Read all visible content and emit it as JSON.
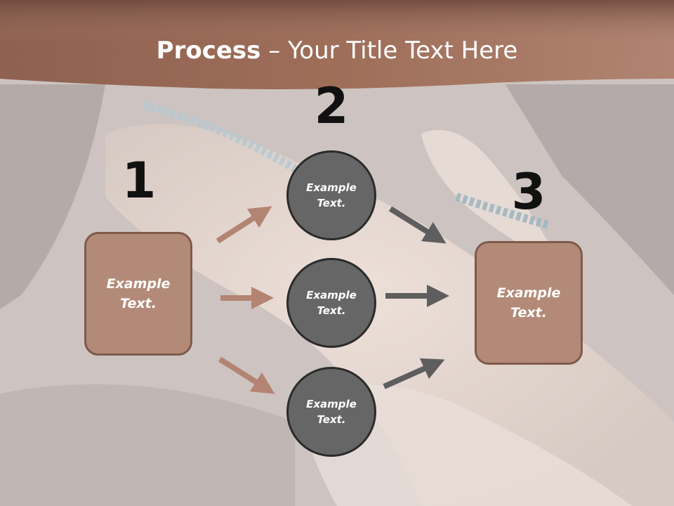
{
  "title": {
    "bold": "Process",
    "separator": " – ",
    "rest": "Your Title Text Here"
  },
  "steps": {
    "one": "1",
    "two": "2",
    "three": "3"
  },
  "left_box": {
    "label": "Example\nText."
  },
  "circles": [
    {
      "label": "Example\nText."
    },
    {
      "label": "Example\nText."
    },
    {
      "label": "Example\nText."
    }
  ],
  "right_box": {
    "label": "Example\nText."
  },
  "colors": {
    "header": "#9a6a55",
    "box_fill": "#b38a77",
    "box_border": "#7f5a4b",
    "circle_fill": "#666666",
    "circle_border": "#2b2b2b",
    "arrow_left": "#b38472",
    "arrow_right": "#5e5e5e",
    "number": "#111111"
  }
}
